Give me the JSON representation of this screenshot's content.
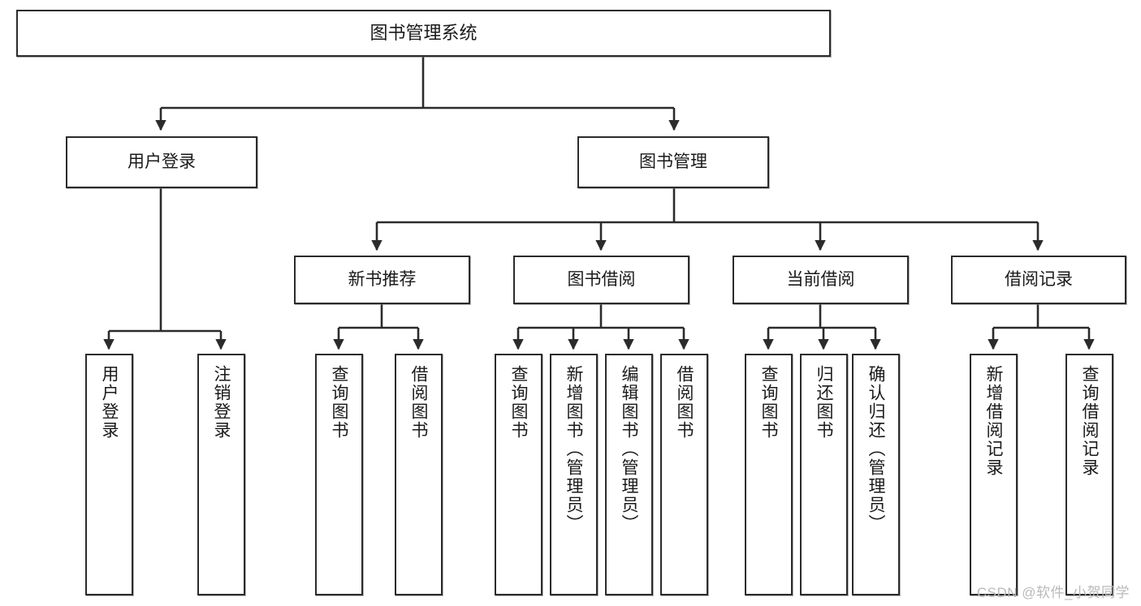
{
  "diagram": {
    "title": "图书管理系统",
    "watermark": "CSDN @软件_小贺同学",
    "colors": {
      "box_border": "#2b2b2b",
      "box_fill": "#ffffff",
      "edge": "#2b2b2b",
      "text": "#1a1a1a",
      "watermark": "#b9b9b9"
    },
    "levels": {
      "root": {
        "label": "图书管理系统"
      },
      "level2": [
        {
          "id": "user-login",
          "label": "用户登录"
        },
        {
          "id": "book-manage",
          "label": "图书管理"
        }
      ],
      "level3": [
        {
          "id": "new-book-recommend",
          "label": "新书推荐"
        },
        {
          "id": "book-borrow",
          "label": "图书借阅"
        },
        {
          "id": "current-borrow",
          "label": "当前借阅"
        },
        {
          "id": "borrow-record",
          "label": "借阅记录"
        }
      ],
      "leaves": {
        "user-login": [
          {
            "id": "leaf-user-login",
            "label": "用户登录"
          },
          {
            "id": "leaf-logout",
            "label": "注销登录"
          }
        ],
        "new-book-recommend": [
          {
            "id": "leaf-query-book-1",
            "label": "查询图书"
          },
          {
            "id": "leaf-borrow-book-1",
            "label": "借阅图书"
          }
        ],
        "book-borrow": [
          {
            "id": "leaf-query-book-2",
            "label": "查询图书"
          },
          {
            "id": "leaf-add-book",
            "label": "新增图书（管理员）"
          },
          {
            "id": "leaf-edit-book",
            "label": "编辑图书（管理员）"
          },
          {
            "id": "leaf-borrow-book-2",
            "label": "借阅图书"
          }
        ],
        "current-borrow": [
          {
            "id": "leaf-query-book-3",
            "label": "查询图书"
          },
          {
            "id": "leaf-return-book",
            "label": "归还图书"
          },
          {
            "id": "leaf-confirm-return",
            "label": "确认归还（管理员）"
          }
        ],
        "borrow-record": [
          {
            "id": "leaf-add-record",
            "label": "新增借阅记录"
          },
          {
            "id": "leaf-query-record",
            "label": "查询借阅记录"
          }
        ]
      }
    }
  }
}
